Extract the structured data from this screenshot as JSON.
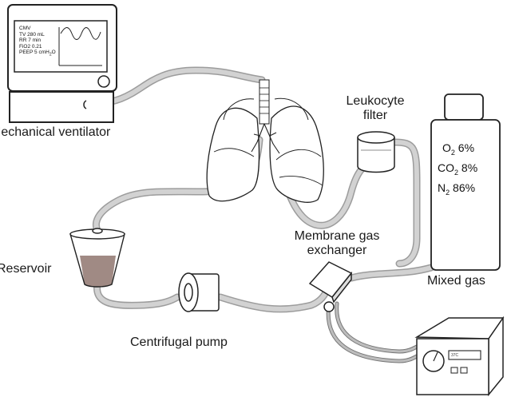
{
  "ventilator": {
    "label": "Mechanical ventilator",
    "screen_mode": "CMV",
    "screen_tv": "TV 280 mL",
    "screen_rr": "RR 7 min",
    "screen_fio2": "FiO2 0.21",
    "screen_peep_main": "PEEP 5 cmH",
    "screen_peep_sub": "2",
    "screen_peep_tail": "O"
  },
  "filter": {
    "label_line1": "Leukocyte",
    "label_line2": "filter"
  },
  "gas_exchanger": {
    "label_line1": "Membrane gas",
    "label_line2": "exchanger"
  },
  "reservoir": {
    "label": "Reservoir"
  },
  "pump": {
    "label": "Centrifugal pump"
  },
  "mixed_gas": {
    "label": "Mixed gas",
    "o2_name": "O",
    "o2_sub": "2",
    "o2_value": " 6%",
    "co2_name": "CO",
    "co2_sub": "2",
    "co2_value": " 8%",
    "n2_name": "N",
    "n2_sub": "2",
    "n2_value": " 86%"
  },
  "heater": {
    "display": "37C"
  },
  "colors": {
    "tube": "#c9c9c9",
    "tube_dark": "#8a8a8a",
    "outline": "#222222",
    "fluid": "#a08a84"
  }
}
